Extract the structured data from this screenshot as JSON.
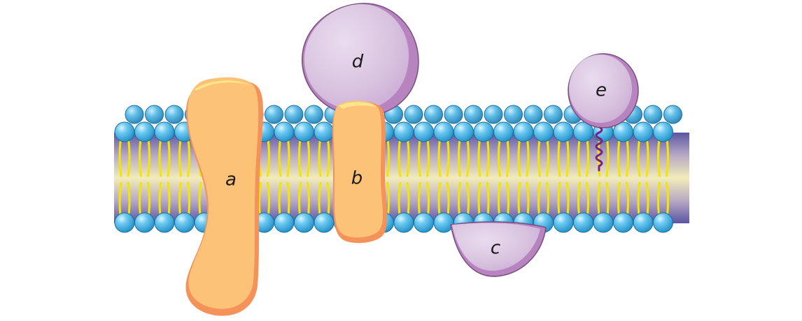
{
  "diagram": {
    "labels": {
      "a": "a",
      "b": "b",
      "c": "c",
      "d": "d",
      "e": "e"
    },
    "colors": {
      "head_fill": "#45b2e6",
      "head_highlight": "#c8f0ff",
      "head_stroke": "#1e6f9c",
      "tail_color": "#f2e600",
      "core_top": "#6a5fa8",
      "core_mid": "#efe8b8",
      "integral_fill": "#fcc278",
      "integral_shadow": "#f4925a",
      "integral_highlight": "#fde68a",
      "peripheral_fill": "#dcc8e2",
      "peripheral_shadow": "#b57fbf",
      "peripheral_stroke": "#7a4d80",
      "anchor_color": "#7a1f86"
    }
  }
}
